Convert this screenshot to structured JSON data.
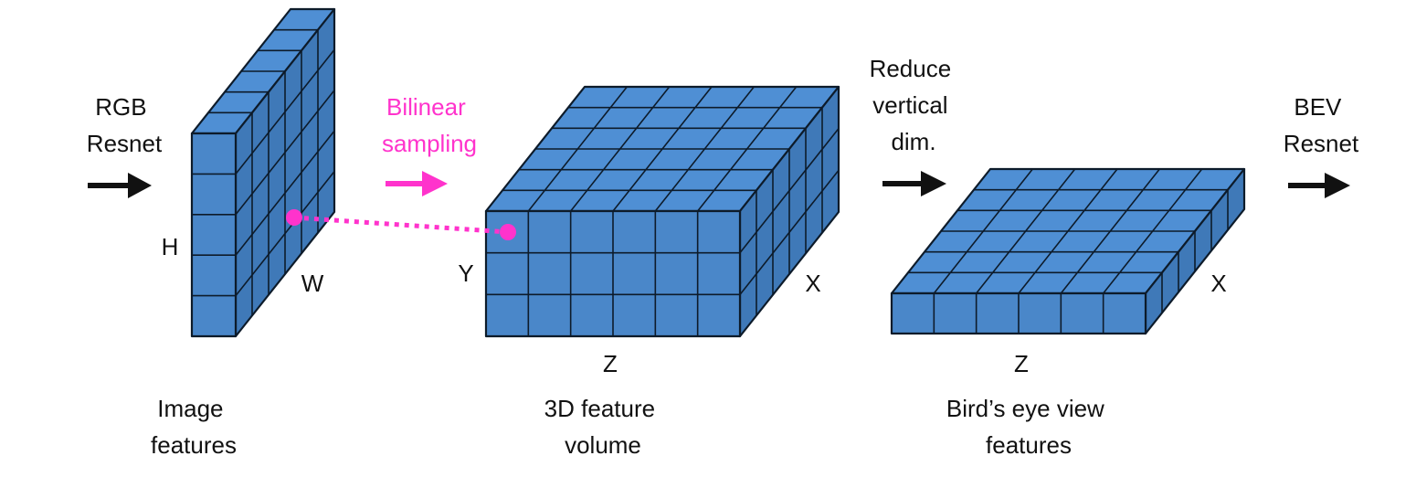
{
  "labels": {
    "rgb_resnet": [
      "RGB",
      "Resnet"
    ],
    "bilinear_sampling": [
      "Bilinear",
      "sampling"
    ],
    "reduce_vertical": [
      "Reduce",
      "vertical",
      "dim."
    ],
    "bev_resnet": [
      "BEV",
      "Resnet"
    ],
    "image_features": [
      "Image",
      "features"
    ],
    "feature_volume": [
      "3D feature",
      "volume"
    ],
    "bev_features": [
      "Bird’s eye view",
      "features"
    ]
  },
  "axes": {
    "image": {
      "height": "H",
      "width": "W"
    },
    "volume": {
      "vertical": "Y",
      "depth": "X",
      "horizontal": "Z"
    },
    "bev": {
      "depth": "X",
      "horizontal": "Z"
    }
  },
  "colors": {
    "cube_front": "#4a87c9",
    "cube_top": "#4f8fd4",
    "cube_side": "#3f79b8",
    "grid": "#0d1b2a",
    "text": "#111111",
    "sampling": "#ff33cc"
  },
  "icons": [
    "arrow-right-icon"
  ]
}
